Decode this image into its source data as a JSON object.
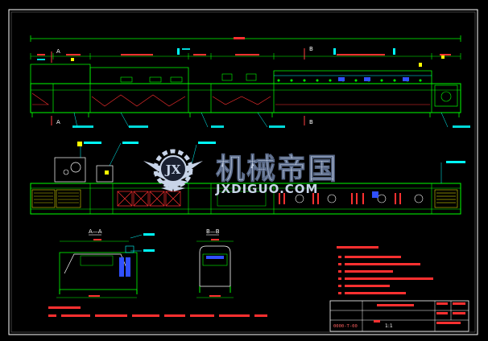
{
  "drawing": {
    "section_marks": {
      "a_top": "A",
      "a_bottom": "A",
      "b_top": "B",
      "b_bottom": "B"
    },
    "section_views": {
      "a_title": "A—A",
      "b_title": "B—B"
    },
    "scale_text": "1:1",
    "drawing_no": "0000-T-00"
  },
  "watermark": {
    "logo_letters": "JX",
    "title_cn": "机械帝国",
    "url": "JXDIGUO.COM"
  },
  "colors": {
    "background": "#000000",
    "border": "#ffffff",
    "frame": "#00ff00",
    "machine": "#00ff00",
    "callout": "#00ffff",
    "notes": "#ff3030",
    "section_mark": "#ff4040",
    "accent": "#ffff00",
    "blue": "#3050ff",
    "watermark": "#c8d4e8"
  }
}
